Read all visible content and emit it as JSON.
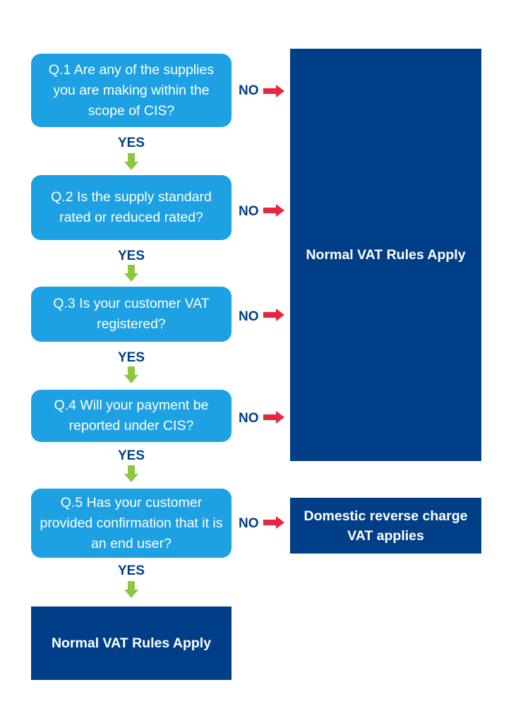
{
  "questions": [
    {
      "text": "Q.1 Are any of the supplies you are making within the scope of CIS?"
    },
    {
      "text": "Q.2 Is the supply standard rated or reduced rated?"
    },
    {
      "text": "Q.3 Is your customer VAT registered?"
    },
    {
      "text": "Q.4 Will your payment be reported under CIS?"
    },
    {
      "text": "Q.5 Has your customer provided confirmation that it is an end user?"
    }
  ],
  "yes_label": "YES",
  "no_label": "NO",
  "outcomes": {
    "normal_vat_side": "Normal VAT Rules Apply",
    "domestic_reverse": "Domestic reverse charge VAT applies",
    "normal_vat_bottom": "Normal VAT Rules Apply"
  },
  "colors": {
    "question_box": "#1da1e2",
    "outcome_box": "#003f87",
    "yes_arrow": "#8dc63f",
    "no_arrow": "#e8243f",
    "label_text": "#003f87"
  }
}
